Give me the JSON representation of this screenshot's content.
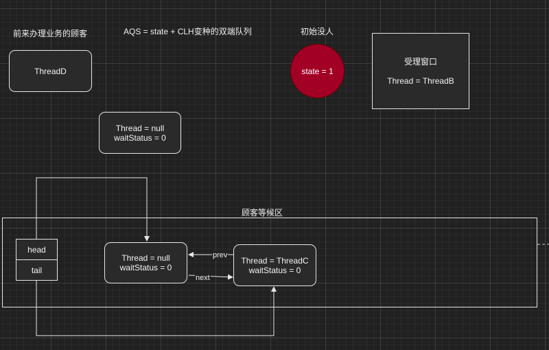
{
  "colors": {
    "canvas": "#212121",
    "stroke": "#e6e6e6",
    "state_fill": "#a20025",
    "state_stroke": "#6f0000"
  },
  "labels": {
    "incoming_customers": "前来办理业务的顾客",
    "aqs_formula": "AQS = state + CLH变种的双端队列",
    "initially_empty": "初始没人",
    "waiting_area": "顾客等候区"
  },
  "thread_d": {
    "text": "ThreadD"
  },
  "state_circle": {
    "text": "state = 1"
  },
  "service_window": {
    "title": "受理窗口",
    "thread": "Thread = ThreadB"
  },
  "free_node": {
    "thread": "Thread = null",
    "wait_status": "waitStatus = 0"
  },
  "head_tail": {
    "head": "head",
    "tail": "tail"
  },
  "queue_node_sentinel": {
    "thread": "Thread = null",
    "wait_status": "waitStatus = 0"
  },
  "queue_node_c": {
    "thread": "Thread = ThreadC",
    "wait_status": "waitStatus = 0"
  },
  "edges": {
    "prev": "prev",
    "next": "next"
  }
}
